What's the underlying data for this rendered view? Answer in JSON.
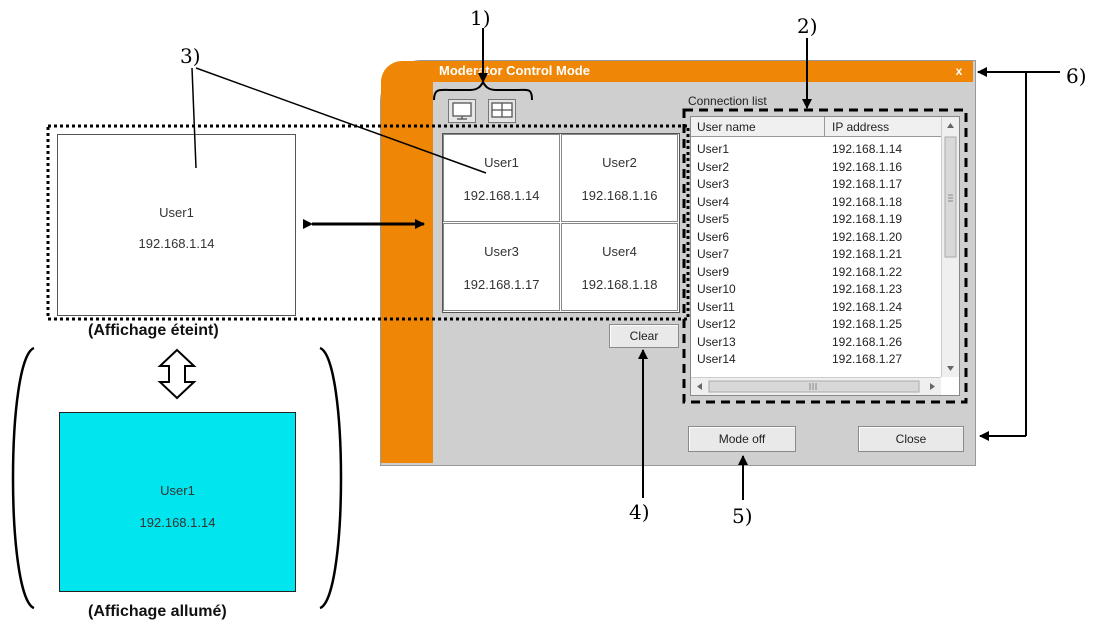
{
  "dialog": {
    "title": "Moderator Control Mode",
    "close_glyph": "x",
    "accent_color": "#ef8606",
    "view_buttons": [
      {
        "icon": "single-view-icon"
      },
      {
        "icon": "quad-view-icon"
      }
    ],
    "grid": [
      {
        "user": "User1",
        "ip": "192.168.1.14"
      },
      {
        "user": "User2",
        "ip": "192.168.1.16"
      },
      {
        "user": "User3",
        "ip": "192.168.1.17"
      },
      {
        "user": "User4",
        "ip": "192.168.1.18"
      }
    ],
    "clear_label": "Clear",
    "connection_list_label": "Connection list",
    "columns": [
      "User name",
      "IP address"
    ],
    "rows": [
      {
        "name": "User1",
        "ip": "192.168.1.14"
      },
      {
        "name": "User2",
        "ip": "192.168.1.16"
      },
      {
        "name": "User3",
        "ip": "192.168.1.17"
      },
      {
        "name": "User4",
        "ip": "192.168.1.18"
      },
      {
        "name": "User5",
        "ip": "192.168.1.19"
      },
      {
        "name": "User6",
        "ip": "192.168.1.20"
      },
      {
        "name": "User7",
        "ip": "192.168.1.21"
      },
      {
        "name": "User9",
        "ip": "192.168.1.22"
      },
      {
        "name": "User10",
        "ip": "192.168.1.23"
      },
      {
        "name": "User11",
        "ip": "192.168.1.24"
      },
      {
        "name": "User12",
        "ip": "192.168.1.25"
      },
      {
        "name": "User13",
        "ip": "192.168.1.26"
      },
      {
        "name": "User14",
        "ip": "192.168.1.27"
      }
    ],
    "mode_off_label": "Mode off",
    "close_label": "Close"
  },
  "panels": {
    "off": {
      "user": "User1",
      "ip": "192.168.1.14",
      "caption": "(Affichage éteint)",
      "color": "#ffffff"
    },
    "on": {
      "user": "User1",
      "ip": "192.168.1.14",
      "caption": "(Affichage allumé)",
      "color": "#00e5ee"
    }
  },
  "callouts": [
    "1)",
    "2)",
    "3)",
    "4)",
    "5)",
    "6)"
  ]
}
